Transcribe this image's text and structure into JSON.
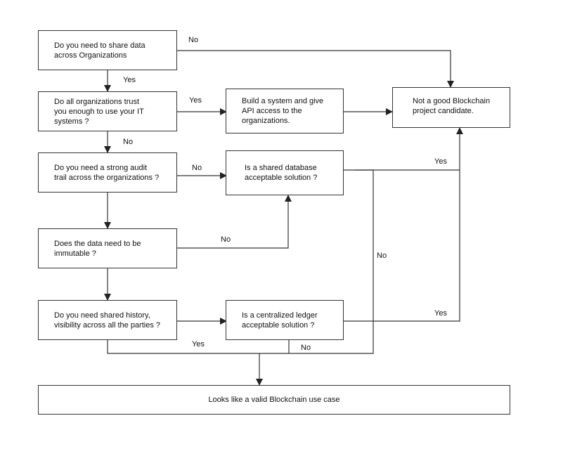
{
  "nodes": {
    "q_share": "Do you need to share data\nacross Organizations",
    "q_trust": "Do all organizations trust\nyou enough to use your IT\nsystems ?",
    "q_audit": "Do you need a strong audit\ntrail across the organizations ?",
    "q_immutable": "Does the data need to be\nimmutable ?",
    "q_history": "Do you need shared history,\nvisibility across all the parties ?",
    "build_system": "Build a system and give\nAPI access to the\norganizations.",
    "q_shared_db": "Is a shared database\nacceptable solution ?",
    "q_central_ledger": "Is a centralized ledger\nacceptable solution ?",
    "not_good": "Not a good Blockchain\nproject candidate.",
    "valid_use_case": "Looks like a valid Blockchain use case"
  },
  "edge_labels": {
    "share_no": "No",
    "share_yes": "Yes",
    "trust_yes": "Yes",
    "trust_no": "No",
    "audit_no": "No",
    "immutable_no": "No",
    "shared_db_yes": "Yes",
    "shared_db_no": "No",
    "central_ledger_yes": "Yes",
    "history_yes": "Yes",
    "central_ledger_no": "No"
  },
  "colors": {
    "line": "#333333",
    "background": "#ffffff"
  }
}
